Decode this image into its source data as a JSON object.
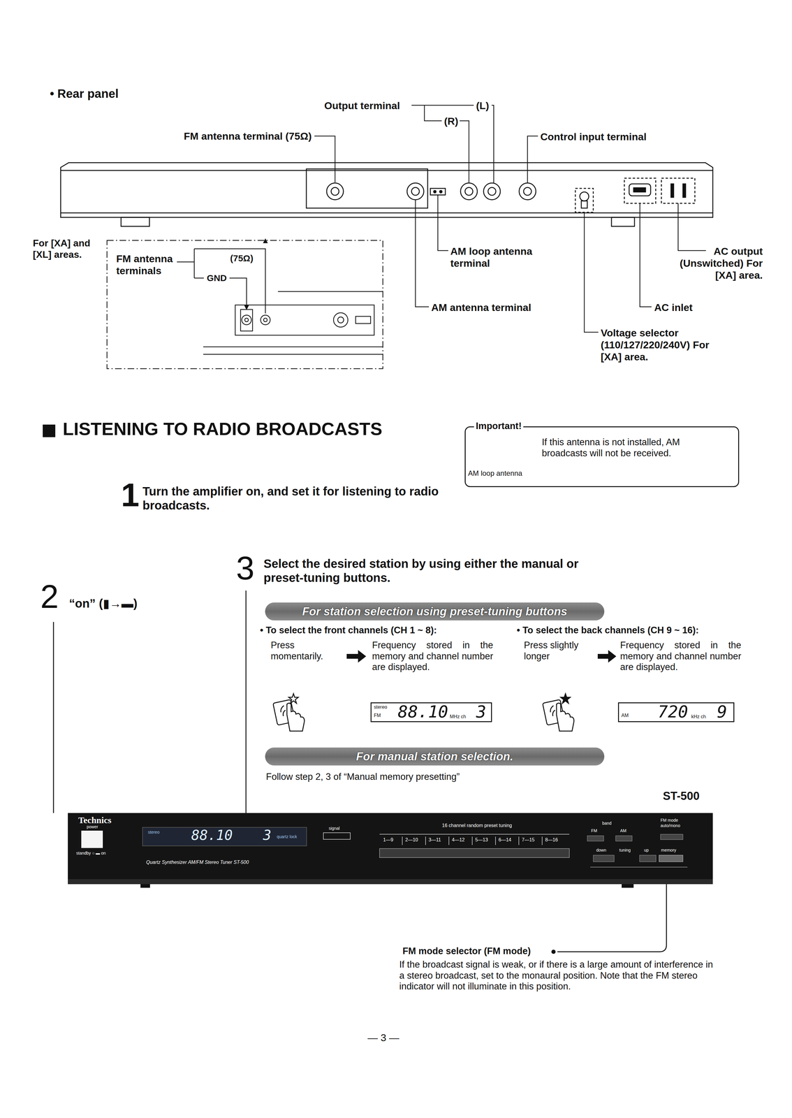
{
  "diagram": {
    "title": "LISTENING TO RADIO BROADCASTS",
    "nodes": [
      {
        "text": [
          "Important!",
          "AM loop antenna",
          "If this antenna is not installed, AM broadcasts will not be received."
        ]
      },
      {
        "text": [
          "For station selection using preset-tuning buttons"
        ]
      },
      {
        "text": [
          "stereo",
          "FM",
          "88.10",
          "MHz ch",
          "3"
        ]
      },
      {
        "text": [
          "AM",
          "720",
          "kHz ch",
          "9"
        ]
      },
      {
        "text": [
          "For manual station selection."
        ]
      }
    ],
    "labels": [
      "• Rear panel",
      "Output terminal",
      "(L)",
      "(R)",
      "Control input terminal",
      "FM antenna terminal (75Ω)",
      "For [XA] and [XL] areas.",
      "FM antenna terminals",
      "(75Ω)",
      "GND",
      "AM loop antenna terminal",
      "AM antenna terminal",
      "AC output (Unswitched) For [XA] area.",
      "AC inlet",
      "Voltage selector (110/127/220/240V) For [XA] area.",
      "1",
      "Turn the amplifier on, and set it for listening to radio broadcasts.",
      "2",
      "“on” (▮→▬)",
      "3",
      "Select the desired station by using either the manual or preset-tuning buttons.",
      "• To select the front channels (CH 1 ~ 8):",
      "Press momentarily.",
      "Frequency stored in the memory and channel number are displayed.",
      "• To select the back channels (CH 9 ~ 16):",
      "Press slightly longer",
      "Frequency stored in the memory and channel number are displayed.",
      "Follow step 2, 3 of “Manual memory presetting”",
      "ST-500",
      "Technics",
      "power",
      "standby ○ ▬ on",
      "stereo",
      "88.10",
      "3",
      "quartz lock",
      "signal",
      "16 channel random preset tuning",
      "1—9",
      "2—10",
      "3—11",
      "4—12",
      "5—13",
      "6—14",
      "7—15",
      "8—16",
      "band",
      "FM",
      "AM",
      "FM mode",
      "auto/mono",
      "down",
      "tuning",
      "up",
      "memory",
      "Quartz Synthesizer AM/FM Stereo Tuner ST-500",
      "FM mode selector (FM mode)",
      "If the broadcast signal is weak, or if there is a large amount of interference in a stereo broadcast, set to the monaural position. Note that the FM stereo indicator will not illuminate in this position.",
      "— 3 —"
    ]
  }
}
